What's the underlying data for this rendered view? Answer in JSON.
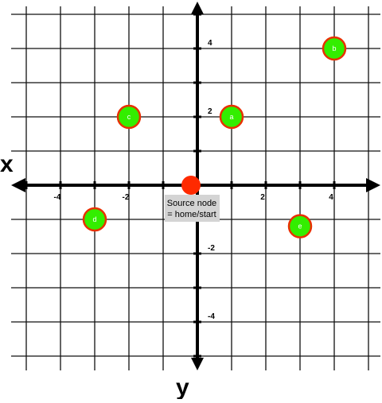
{
  "axes": {
    "x_name": "x",
    "y_name": "y"
  },
  "ticks": {
    "x": [
      {
        "value": -4,
        "label": "-4"
      },
      {
        "value": -2,
        "label": "-2"
      },
      {
        "value": 2,
        "label": "2"
      },
      {
        "value": 4,
        "label": "4"
      }
    ],
    "y": [
      {
        "value": 4,
        "label": "4"
      },
      {
        "value": 2,
        "label": "2"
      },
      {
        "value": -2,
        "label": "-2"
      },
      {
        "value": -4,
        "label": "-4"
      }
    ]
  },
  "source": {
    "line1": "Source node",
    "line2": "= home/start",
    "color": "#ff2a00"
  },
  "nodes": [
    {
      "id": "a",
      "label": "a",
      "x": 1,
      "y": 2
    },
    {
      "id": "b",
      "label": "b",
      "x": 4,
      "y": 4
    },
    {
      "id": "c",
      "label": "c",
      "x": -2,
      "y": 2
    },
    {
      "id": "d",
      "label": "d",
      "x": -3,
      "y": -1
    },
    {
      "id": "e",
      "label": "e",
      "x": 3,
      "y": -1.2
    }
  ],
  "colors": {
    "node_fill": "#33ee00",
    "node_stroke": "#e83000",
    "label_bg": "#d4d4d4"
  }
}
